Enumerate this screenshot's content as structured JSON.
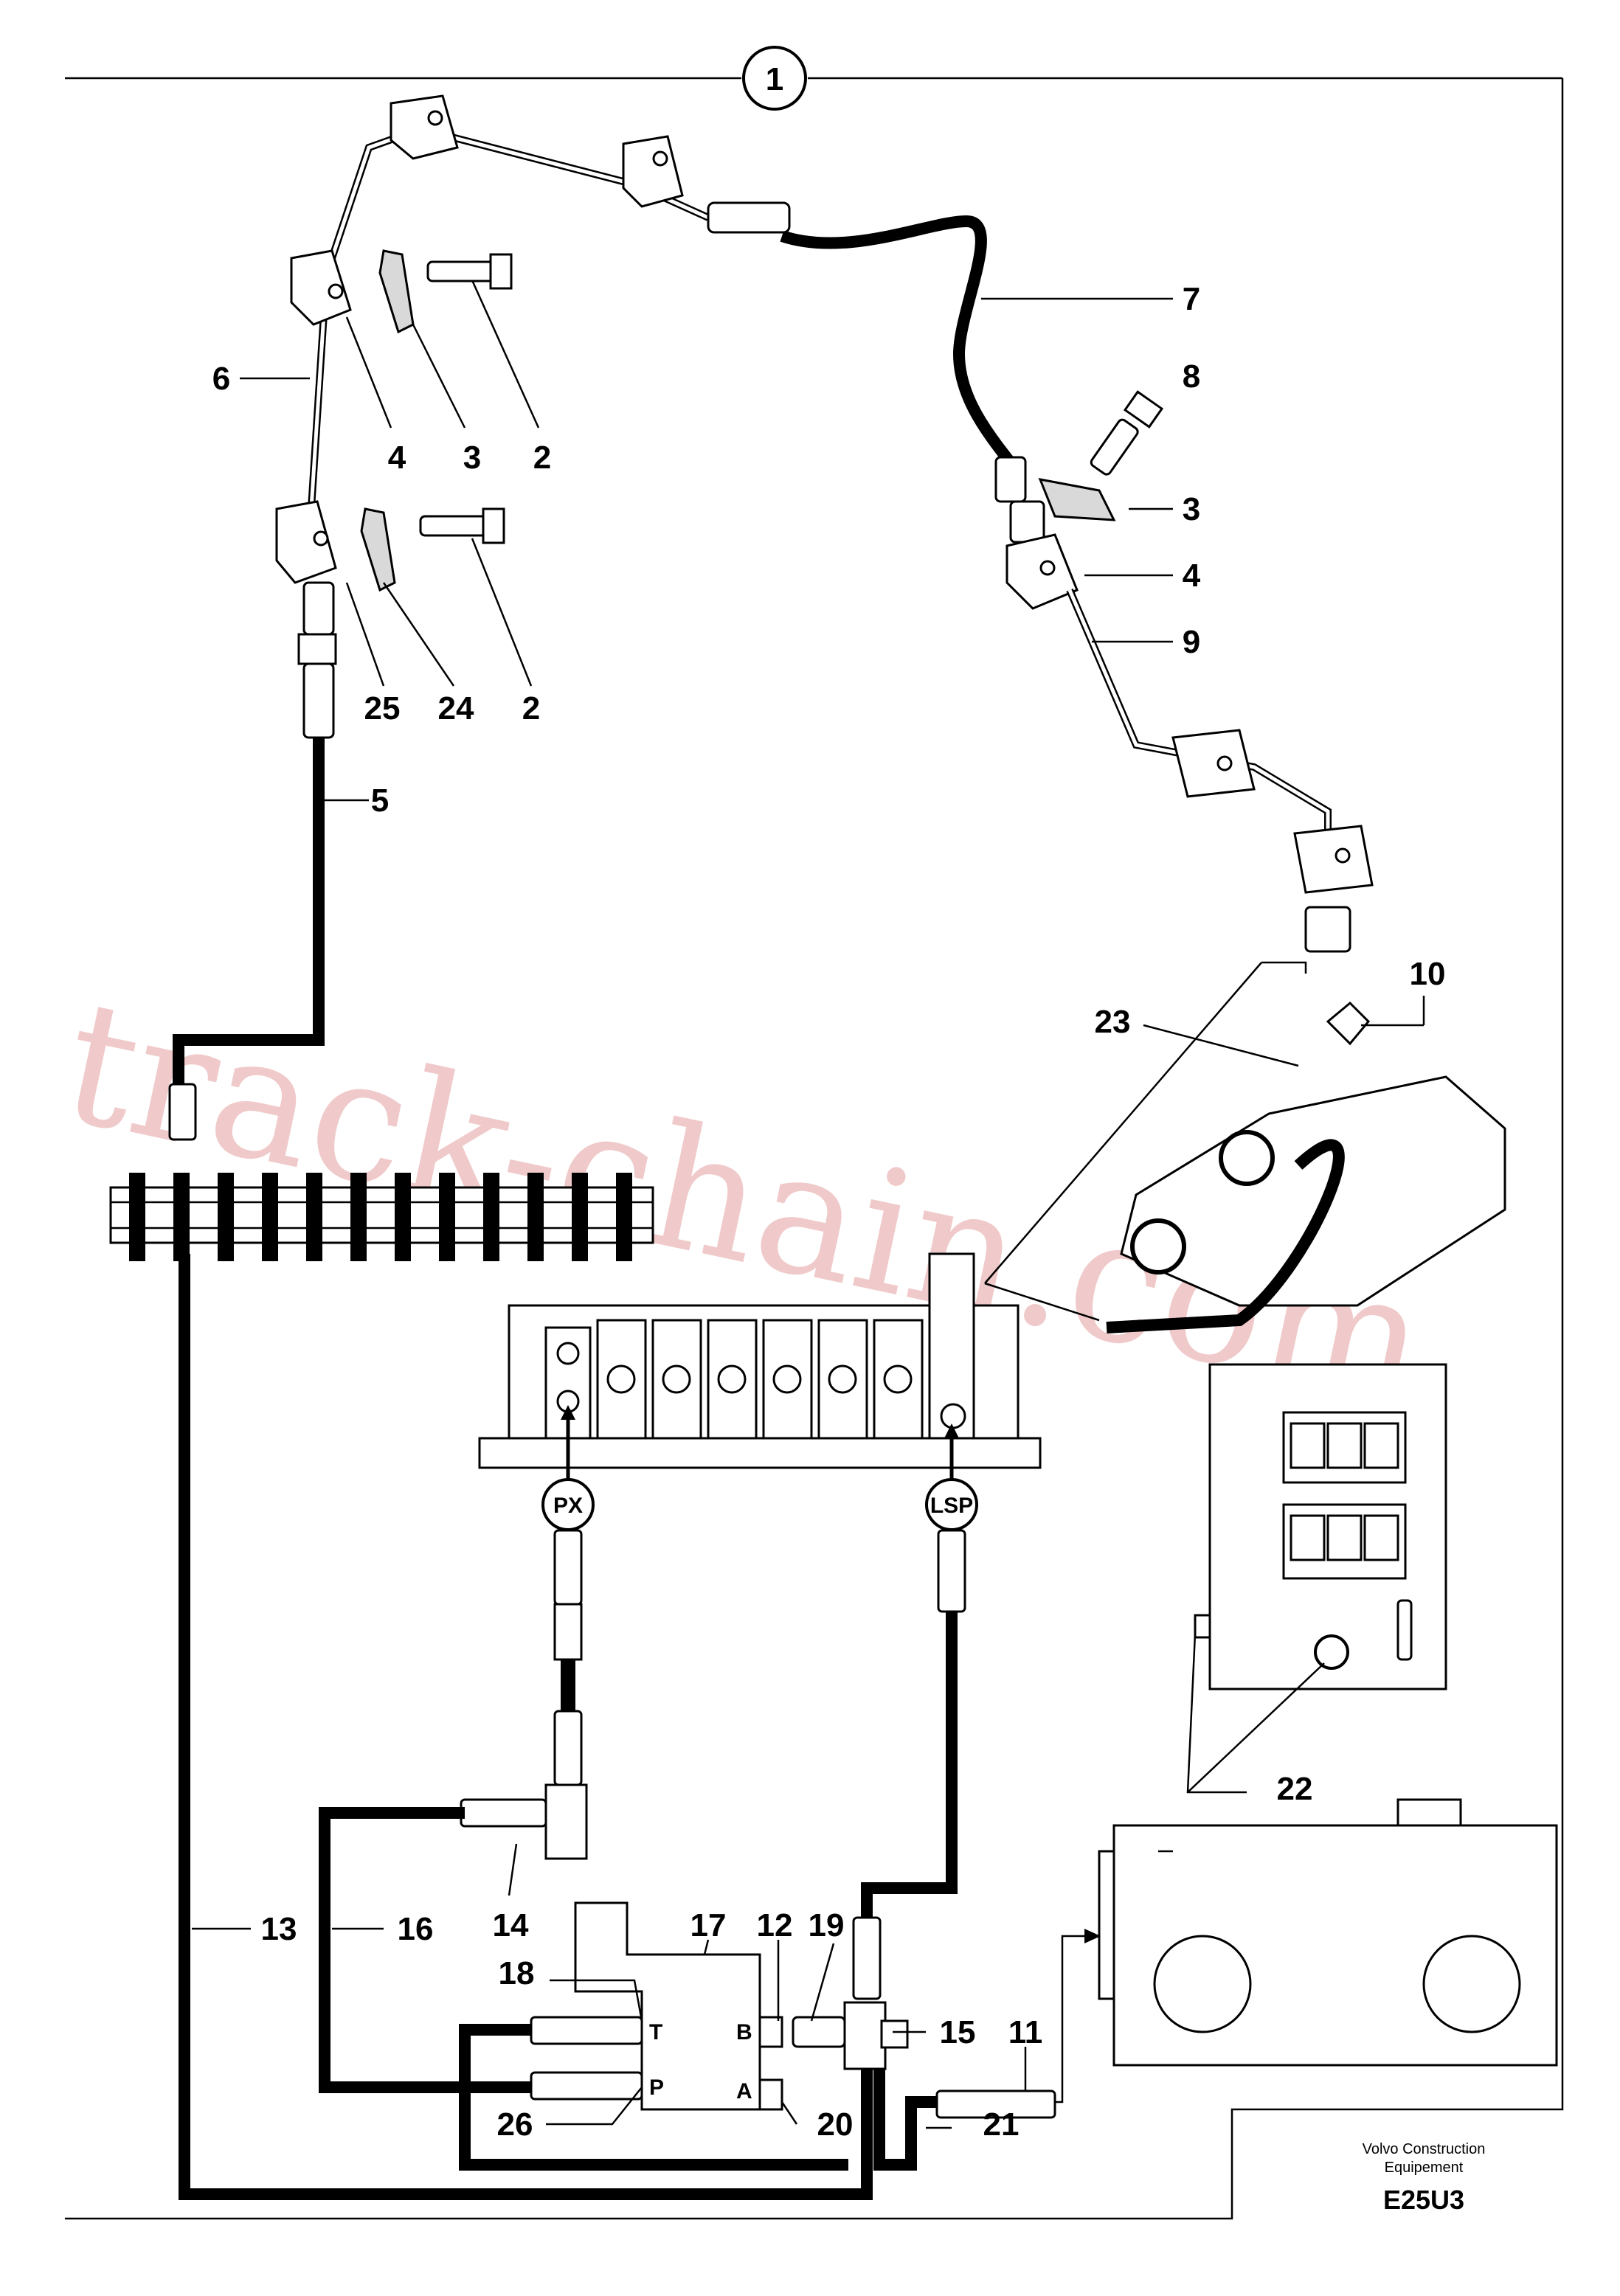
{
  "diagram": {
    "sheet_number": "1",
    "callouts": {
      "c1": "2",
      "c2": "2",
      "c3": "3",
      "c4": "3",
      "c5": "4",
      "c6": "4",
      "c7": "5",
      "c8": "6",
      "c9": "7",
      "c10": "8",
      "c11": "9",
      "c12": "10",
      "c13": "11",
      "c14": "12",
      "c15": "13",
      "c16": "14",
      "c17": "15",
      "c18": "16",
      "c19": "17",
      "c20": "18",
      "c21": "19",
      "c22": "20",
      "c23": "21",
      "c24": "22",
      "c25": "23",
      "c26": "24",
      "c27": "25",
      "c28": "26"
    },
    "port_labels": {
      "t": "T",
      "p": "P",
      "b": "B",
      "a": "A"
    },
    "circle_labels": {
      "px": "PX",
      "lsp": "LSP"
    },
    "watermark": "track-chain.com",
    "footer": {
      "publisher_line1": "Volvo Construction",
      "publisher_line2": "Equipement",
      "drawing_code": "E25U3"
    }
  }
}
